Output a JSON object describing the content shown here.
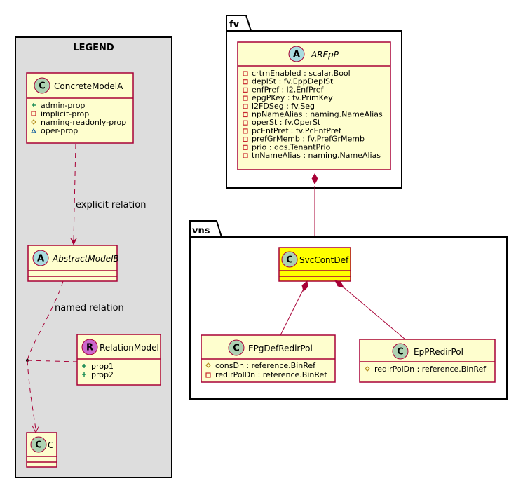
{
  "legend": {
    "title": "LEGEND",
    "concrete": {
      "stereo": "C",
      "name": "ConcreteModelA",
      "attrs": [
        {
          "vis": "+",
          "text": "admin-prop"
        },
        {
          "vis": "-",
          "text": "implicit-prop"
        },
        {
          "vis": "#",
          "text": "naming-readonly-prop"
        },
        {
          "vis": "~",
          "text": "oper-prop"
        }
      ]
    },
    "abstract": {
      "stereo": "A",
      "name": "AbstractModelB"
    },
    "relation": {
      "stereo": "R",
      "name": "RelationModel",
      "attrs": [
        {
          "vis": "+",
          "text": "prop1"
        },
        {
          "vis": "+",
          "text": "prop2"
        }
      ]
    },
    "c": {
      "stereo": "C",
      "name": "C"
    },
    "explicit_label": "explicit relation",
    "named_label": "named relation"
  },
  "fv": {
    "title": "fv",
    "arepp": {
      "stereo": "A",
      "name": "AREpP",
      "attrs": [
        "crtrnEnabled : scalar.Bool",
        "deplSt : fv.EppDeplSt",
        "enfPref : l2.EnfPref",
        "epgPKey : fv.PrimKey",
        "l2FDSeg : fv.Seg",
        "npNameAlias : naming.NameAlias",
        "operSt : fv.OperSt",
        "pcEnfPref : fv.PcEnfPref",
        "prefGrMemb : fv.PrefGrMemb",
        "prio : qos.TenantPrio",
        "tnNameAlias : naming.NameAlias"
      ]
    }
  },
  "vns": {
    "title": "vns",
    "svc": {
      "stereo": "C",
      "name": "SvcContDef",
      "highlight": "#FFFF00"
    },
    "epg": {
      "stereo": "C",
      "name": "EPgDefRedirPol",
      "attrs": [
        {
          "vis": "#",
          "text": "consDn : reference.BinRef"
        },
        {
          "vis": "-",
          "text": "redirPolDn : reference.BinRef"
        }
      ]
    },
    "epp": {
      "stereo": "C",
      "name": "EpPRedirPol",
      "attrs": [
        {
          "vis": "#",
          "text": "redirPolDn : reference.BinRef"
        }
      ]
    }
  },
  "colors": {
    "class_fill": "#FEFECE",
    "border": "#A80036",
    "class_circle": "#ADD1B2",
    "abstract_circle": "#A9DCDF",
    "relation_circle": "#CC66CC",
    "legend_bg": "#DDDDDD"
  }
}
